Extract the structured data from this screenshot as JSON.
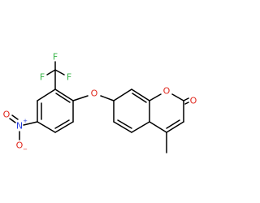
{
  "molecule": {
    "atoms": {
      "f1": "F",
      "f2": "F",
      "f3": "F",
      "o_ether": "O",
      "o_ring": "O",
      "o_carbonyl": "O",
      "n_nitro": "N",
      "o_nitro_top": "O",
      "o_nitro_bottom": "O"
    },
    "charges": {
      "n_plus": "+",
      "o_minus": "−"
    },
    "colors": {
      "bond": "#000000",
      "oxygen": "#e0281e",
      "nitrogen": "#2840e0",
      "fluorine": "#39b54a"
    }
  }
}
